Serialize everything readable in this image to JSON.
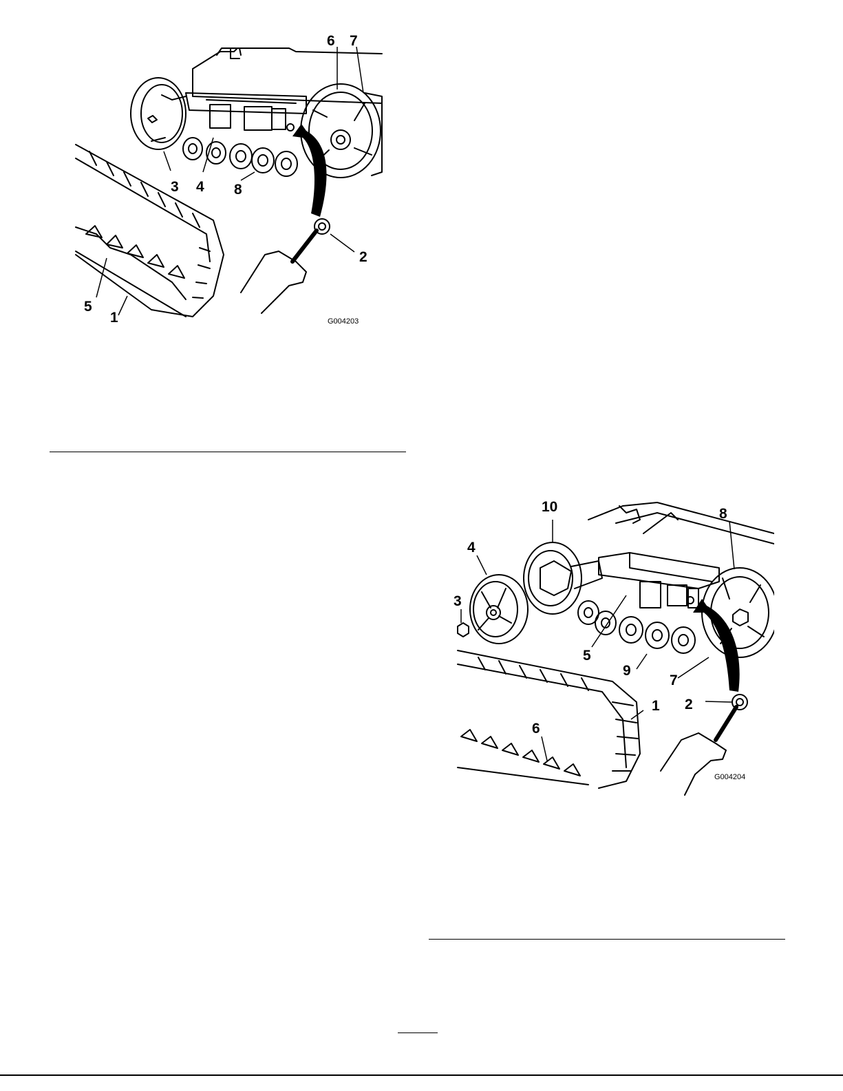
{
  "figures": [
    {
      "code": "G004203",
      "callouts": [
        "1",
        "2",
        "3",
        "4",
        "5",
        "6",
        "7",
        "8"
      ]
    },
    {
      "code": "G004204",
      "callouts": [
        "1",
        "2",
        "3",
        "4",
        "5",
        "6",
        "7",
        "8",
        "9",
        "10"
      ]
    }
  ]
}
